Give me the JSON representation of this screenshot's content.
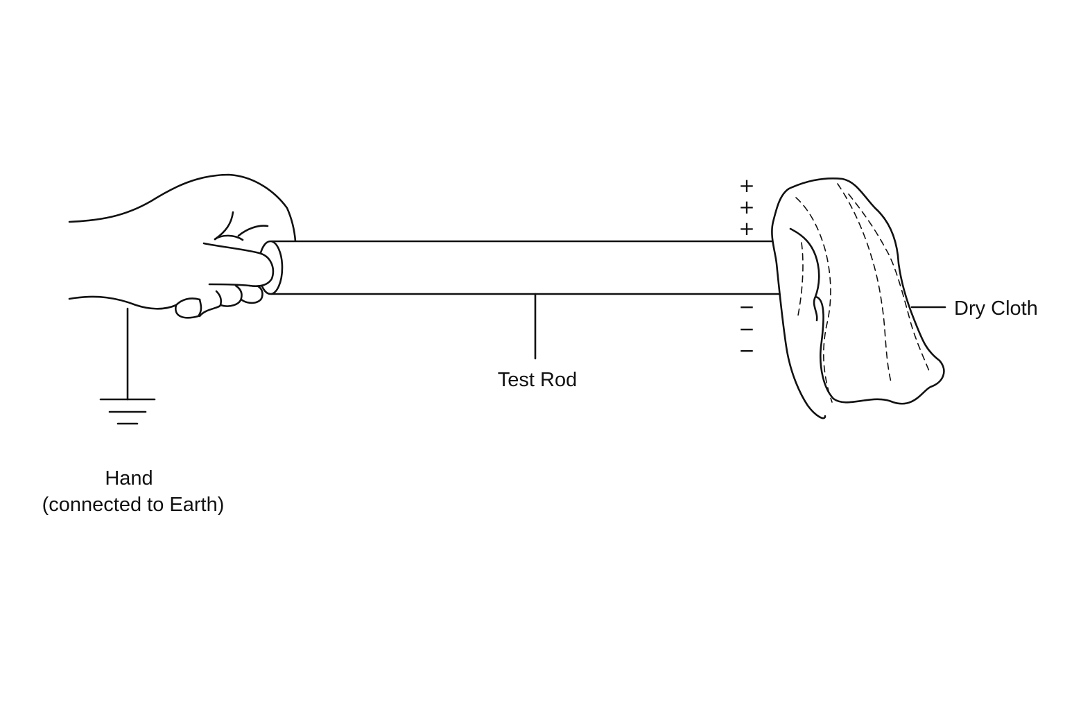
{
  "labels": {
    "hand_line1": "Hand",
    "hand_line2": "(connected to Earth)",
    "rod": "Test Rod",
    "cloth": "Dry Cloth"
  },
  "charges": {
    "positive": [
      "+",
      "+",
      "+"
    ],
    "negative": [
      "−",
      "−",
      "−"
    ]
  },
  "colors": {
    "line": "#111111",
    "background": "#ffffff"
  }
}
